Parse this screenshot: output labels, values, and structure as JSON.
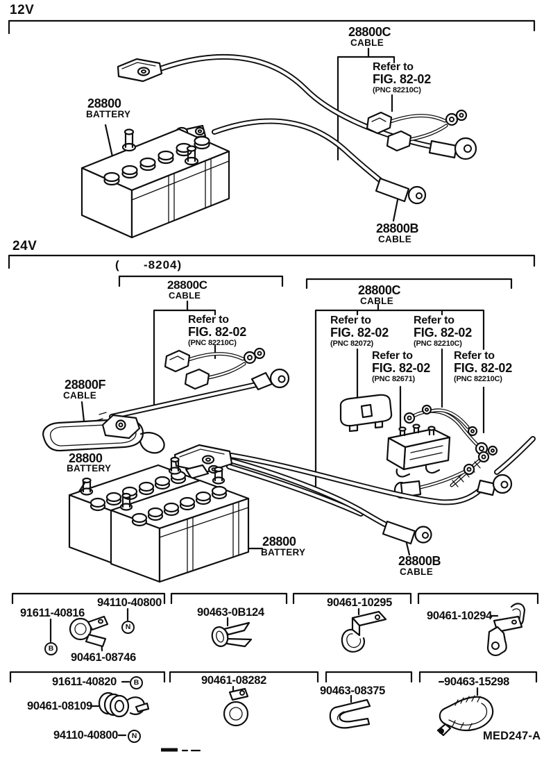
{
  "colors": {
    "ink": "#0e0e0e",
    "paper": "#ffffff"
  },
  "v12": {
    "section_label": "12V",
    "battery": {
      "part": "28800",
      "name": "BATTERY"
    },
    "cable_c": {
      "part": "28800C",
      "name": "CABLE"
    },
    "refer": {
      "line1": "Refer to",
      "line2": "FIG. 82-02",
      "pnc": "(PNC 82210C)"
    },
    "cable_b": {
      "part": "28800B",
      "name": "CABLE"
    }
  },
  "v24": {
    "section_label": "24V",
    "range_note": "(      -8204)",
    "cable_c_left": {
      "part": "28800C",
      "name": "CABLE"
    },
    "cable_c_right": {
      "part": "28800C",
      "name": "CABLE"
    },
    "refer_left": {
      "line1": "Refer to",
      "line2": "FIG. 82-02",
      "pnc": "(PNC 82210C)"
    },
    "refers_right": [
      {
        "line1": "Refer to",
        "line2": "FIG. 82-02",
        "pnc": "(PNC 82072)"
      },
      {
        "line1": "Refer to",
        "line2": "FIG. 82-02",
        "pnc": "(PNC 82210C)"
      },
      {
        "line1": "Refer to",
        "line2": "FIG. 82-02",
        "pnc": "(PNC 82671)"
      },
      {
        "line1": "Refer to",
        "line2": "FIG. 82-02",
        "pnc": "(PNC 82210C)"
      }
    ],
    "cable_f": {
      "part": "28800F",
      "name": "CABLE"
    },
    "battery_left": {
      "part": "28800",
      "name": "BATTERY"
    },
    "battery_right": {
      "part": "28800",
      "name": "BATTERY"
    },
    "cable_b": {
      "part": "28800B",
      "name": "CABLE"
    }
  },
  "parts": {
    "row1": [
      {
        "number": "91611-40816",
        "marker": "B"
      },
      {
        "number": "94110-40800",
        "marker": "N"
      },
      {
        "number": "90461-08746"
      },
      {
        "number": "90463-0B124"
      },
      {
        "number": "90461-10295"
      },
      {
        "number": "90461-10294"
      }
    ],
    "row2": [
      {
        "number": "91611-40820",
        "marker": "B"
      },
      {
        "number": "90461-08109"
      },
      {
        "number": "94110-40800",
        "marker": "N"
      },
      {
        "number": "90461-08282"
      },
      {
        "number": "90463-08375"
      },
      {
        "number": "90463-15298"
      }
    ]
  },
  "figure_code": "MED247-A"
}
